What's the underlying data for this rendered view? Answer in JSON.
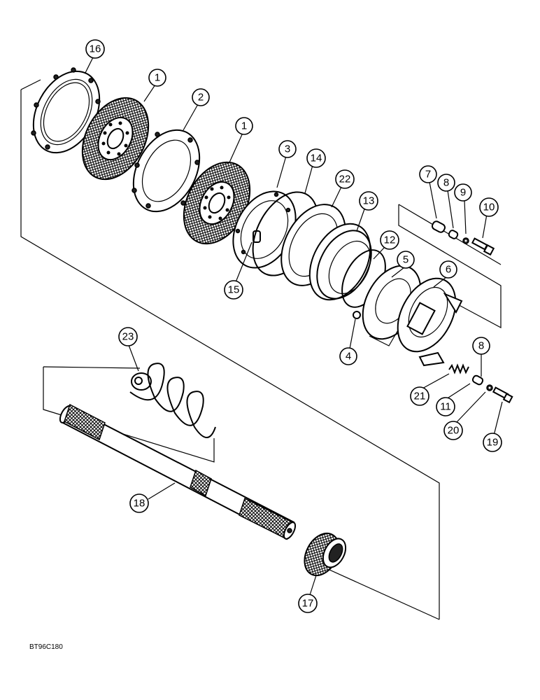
{
  "drawing_code": "BT96C180",
  "callouts": [
    {
      "id": "c16",
      "label": "16"
    },
    {
      "id": "c1a",
      "label": "1"
    },
    {
      "id": "c2",
      "label": "2"
    },
    {
      "id": "c1b",
      "label": "1"
    },
    {
      "id": "c3",
      "label": "3"
    },
    {
      "id": "c14",
      "label": "14"
    },
    {
      "id": "c22",
      "label": "22"
    },
    {
      "id": "c13",
      "label": "13"
    },
    {
      "id": "c12",
      "label": "12"
    },
    {
      "id": "c7",
      "label": "7"
    },
    {
      "id": "c8a",
      "label": "8"
    },
    {
      "id": "c9",
      "label": "9"
    },
    {
      "id": "c10",
      "label": "10"
    },
    {
      "id": "c5",
      "label": "5"
    },
    {
      "id": "c6",
      "label": "6"
    },
    {
      "id": "c15",
      "label": "15"
    },
    {
      "id": "c4",
      "label": "4"
    },
    {
      "id": "c8b",
      "label": "8"
    },
    {
      "id": "c21",
      "label": "21"
    },
    {
      "id": "c11",
      "label": "11"
    },
    {
      "id": "c20",
      "label": "20"
    },
    {
      "id": "c19",
      "label": "19"
    },
    {
      "id": "c23",
      "label": "23"
    },
    {
      "id": "c18",
      "label": "18"
    },
    {
      "id": "c17",
      "label": "17"
    }
  ]
}
